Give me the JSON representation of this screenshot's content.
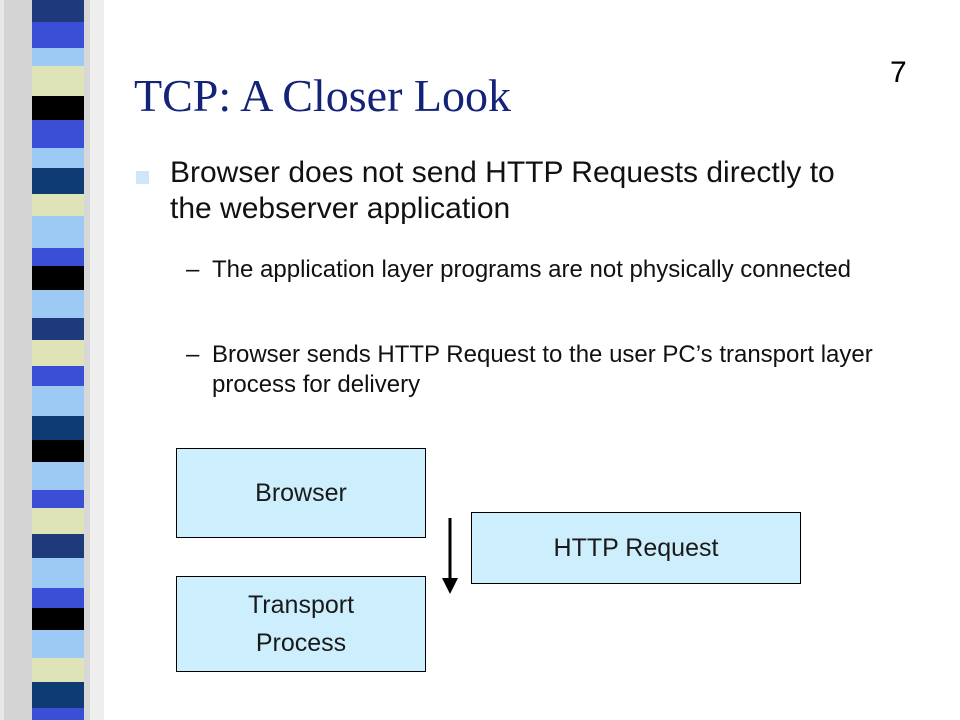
{
  "slide": {
    "number": "7",
    "title": "TCP: A Closer Look",
    "bullet": "Browser does not send HTTP Requests directly to the webserver application",
    "sub_bullets": [
      "The application layer programs are not physically connected",
      "Browser sends HTTP Request to the user PC’s transport layer process for delivery"
    ],
    "dash": "–"
  },
  "diagram": {
    "browser_box": "Browser",
    "transport_box_line1": "Transport",
    "transport_box_line2": "Process",
    "message_box": "HTTP Request"
  },
  "colors": {
    "title": "#14237a",
    "box_fill": "#cdeefd",
    "bullet_square": "#cfe6fa",
    "stripe_palette": [
      "#1f3a7a",
      "#3b4fd6",
      "#9ccaf5",
      "#dfe3b8",
      "#000000",
      "#0e3b73"
    ]
  }
}
